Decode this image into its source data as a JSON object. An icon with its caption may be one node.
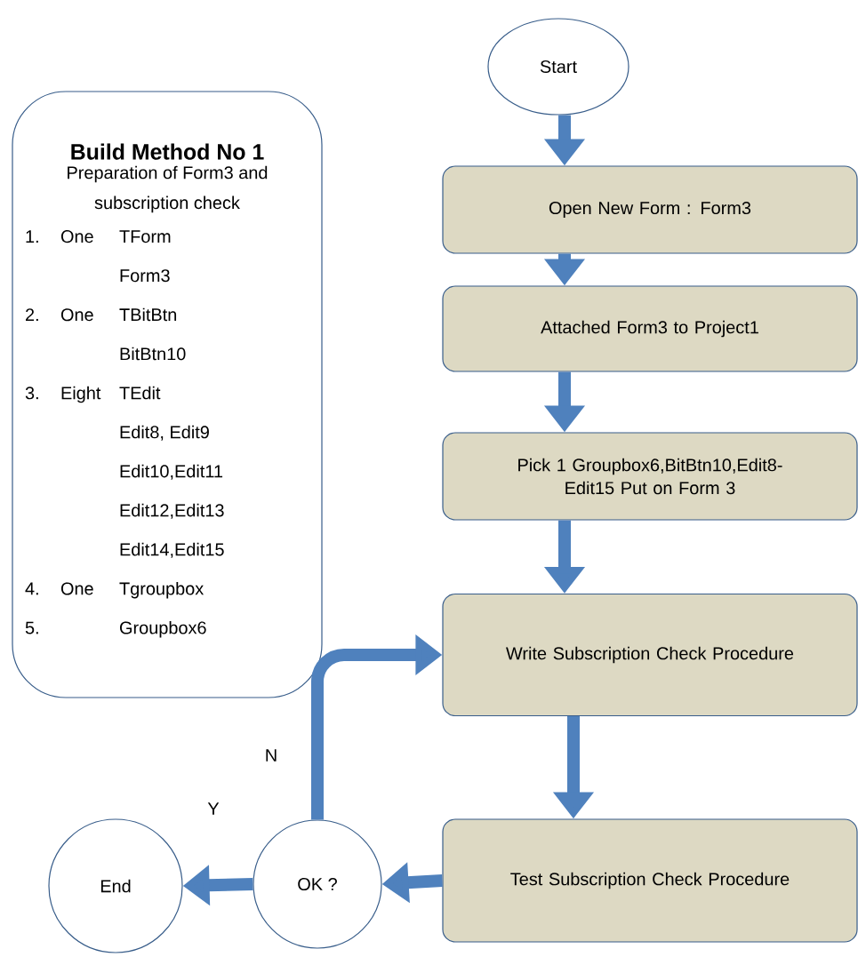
{
  "diagram": {
    "nodes": [
      {
        "text": [
          "Build Method No 1",
          "Preparation of Form3 and subscription check",
          "1.",
          "One",
          "TForm",
          "Form3",
          "2.",
          "One",
          "TBitBtn",
          "BitBtn10",
          "3.",
          "Eight",
          "TEdit",
          "Edit8,  Edit9",
          "Edit10,Edit11",
          "Edit12,Edit13",
          "Edit14,Edit15",
          "4.",
          "One",
          "Tgroupbox",
          "5.",
          "Groupbox6"
        ]
      },
      {
        "text": [
          "Start"
        ]
      },
      {
        "text": [
          "Open New Form : Form3"
        ]
      },
      {
        "text": [
          "Attached Form3 to Project1"
        ]
      },
      {
        "text": [
          "Pick 1 Groupbox6,BitBtn10,Edit8-Edit15  Put on Form 3"
        ]
      },
      {
        "text": [
          "Write Subscription Check  Procedure"
        ]
      },
      {
        "text": [
          "Test  Subscription Check Procedure"
        ]
      },
      {
        "text": [
          "OK ?"
        ]
      },
      {
        "text": [
          "End"
        ]
      }
    ],
    "edges": [
      {
        "from": 1,
        "to": 2,
        "arrow": "to"
      },
      {
        "from": 2,
        "to": 3,
        "arrow": "to"
      },
      {
        "from": 3,
        "to": 4,
        "arrow": "to"
      },
      {
        "from": 4,
        "to": 5,
        "arrow": "to"
      },
      {
        "from": 5,
        "to": 6,
        "arrow": "to"
      },
      {
        "from": 6,
        "to": 7,
        "arrow": "to"
      },
      {
        "from": 7,
        "to": 8,
        "arrow": "to",
        "label": "Y"
      },
      {
        "from": 7,
        "to": 5,
        "arrow": "to",
        "label": "N"
      }
    ]
  }
}
